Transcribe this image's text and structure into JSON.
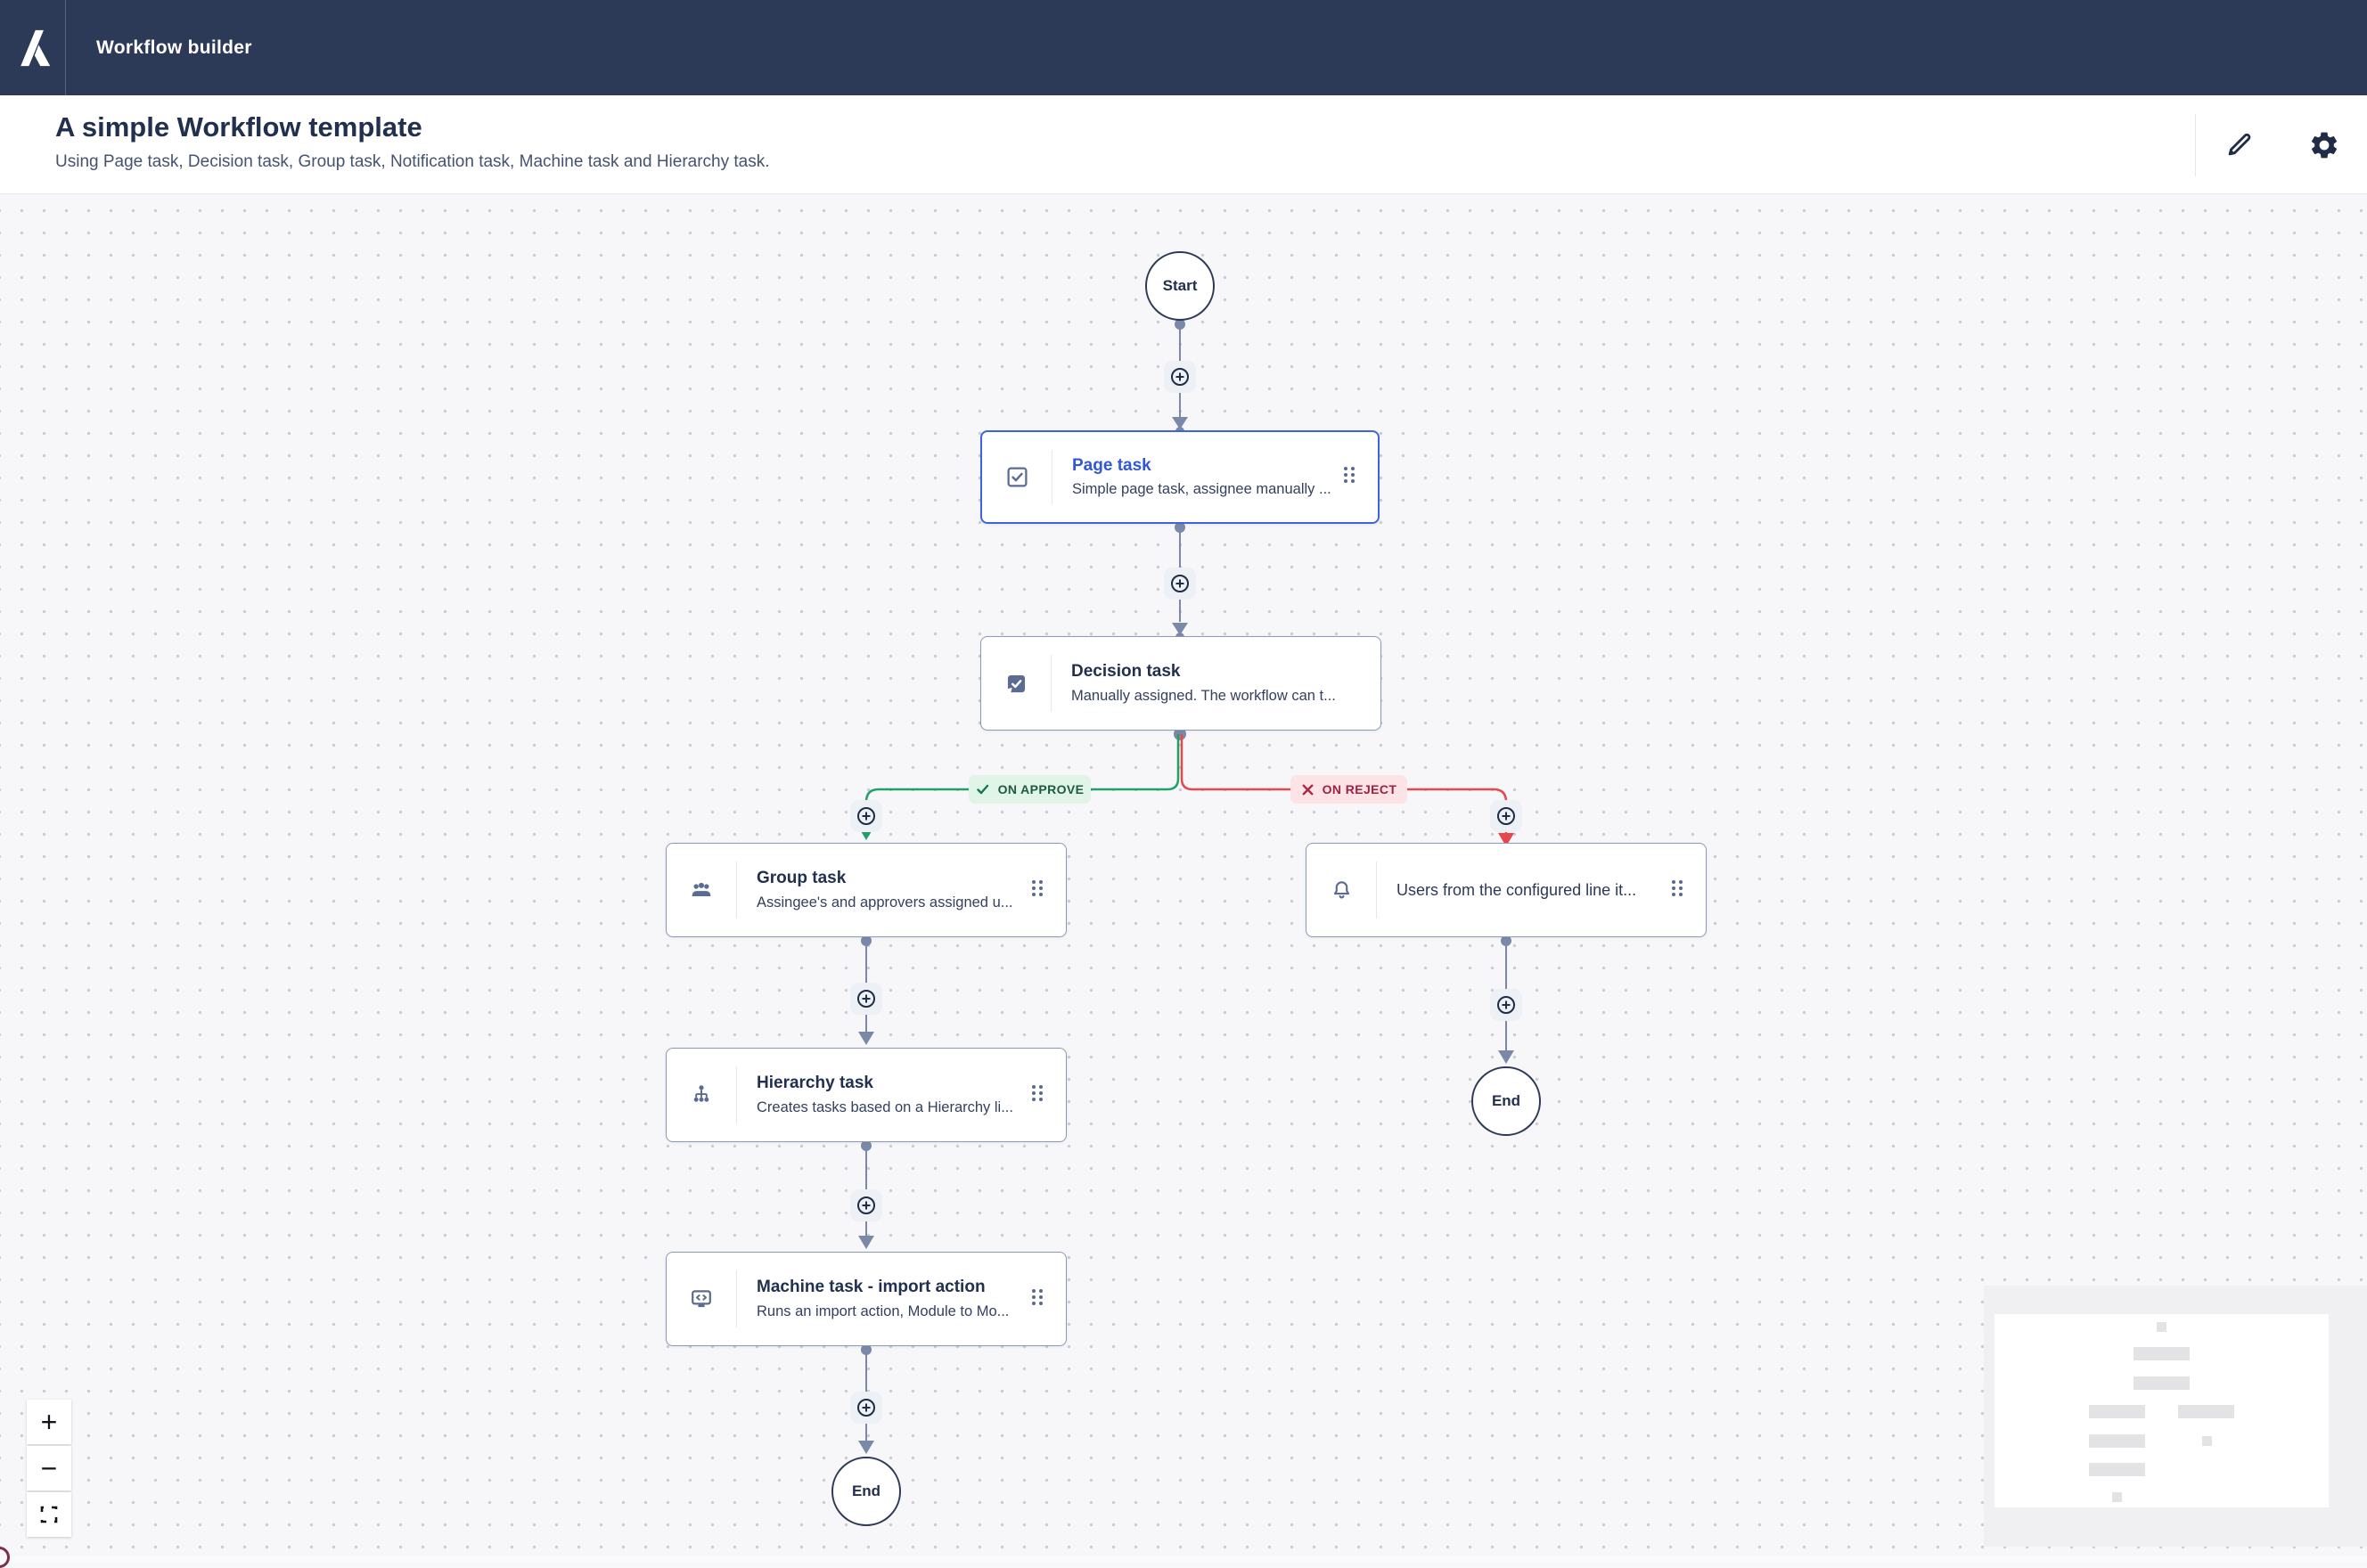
{
  "app": {
    "title": "Workflow builder"
  },
  "page_header": {
    "title": "A simple Workflow template",
    "subtitle": "Using Page task, Decision task, Group task, Notification task, Machine task and Hierarchy task."
  },
  "toolbar": {
    "edit_icon": "edit",
    "settings_icon": "settings"
  },
  "canvas": {
    "start_node": {
      "label": "Start"
    },
    "end_node_left": {
      "label": "End"
    },
    "end_node_right": {
      "label": "End"
    },
    "tasks": {
      "page": {
        "title": "Page task",
        "description": "Simple page task, assignee manually ..."
      },
      "decision": {
        "title": "Decision task",
        "description": "Manually assigned. The workflow can t..."
      },
      "group": {
        "title": "Group task",
        "description": "Assingee's and approvers assigned u..."
      },
      "notification": {
        "title": "Users from the configured line it..."
      },
      "hierarchy": {
        "title": "Hierarchy task",
        "description": "Creates tasks based on a Hierarchy li..."
      },
      "machine": {
        "title": "Machine task - import action",
        "description": "Runs an import action, Module to Mo..."
      }
    },
    "branch_labels": {
      "approve": "ON APPROVE",
      "reject": "ON REJECT"
    }
  },
  "zoom_controls": {
    "zoom_in": "+",
    "zoom_out": "−"
  },
  "colors": {
    "header_bg": "#2c3a58",
    "selected_blue": "#3e63dd",
    "approve_green": "#21a06b",
    "reject_red": "#e5484d",
    "connector_slate": "#7b89a8"
  }
}
